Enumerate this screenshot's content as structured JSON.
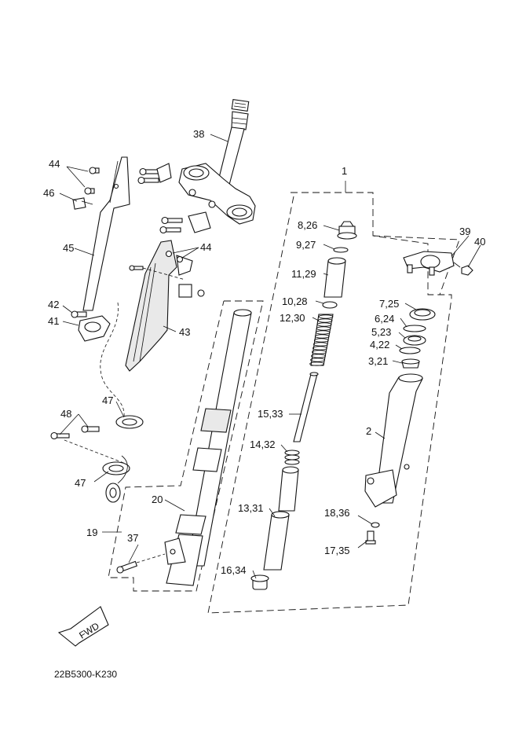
{
  "diagram_code": "22B5300-K230",
  "direction_label": "FWD",
  "callouts": {
    "c1": "1",
    "c2": "2",
    "c3_21": "3,21",
    "c4_22": "4,22",
    "c5_23": "5,23",
    "c6_24": "6,24",
    "c7_25": "7,25",
    "c8_26": "8,26",
    "c9_27": "9,27",
    "c10_28": "10,28",
    "c11_29": "11,29",
    "c12_30": "12,30",
    "c13_31": "13,31",
    "c14_32": "14,32",
    "c15_33": "15,33",
    "c16_34": "16,34",
    "c17_35": "17,35",
    "c18_36": "18,36",
    "c19": "19",
    "c20": "20",
    "c37": "37",
    "c38": "38",
    "c39": "39",
    "c40": "40",
    "c41": "41",
    "c42": "42",
    "c43": "43",
    "c44a": "44",
    "c44b": "44",
    "c45": "45",
    "c46": "46",
    "c47a": "47",
    "c47b": "47",
    "c48": "48"
  }
}
